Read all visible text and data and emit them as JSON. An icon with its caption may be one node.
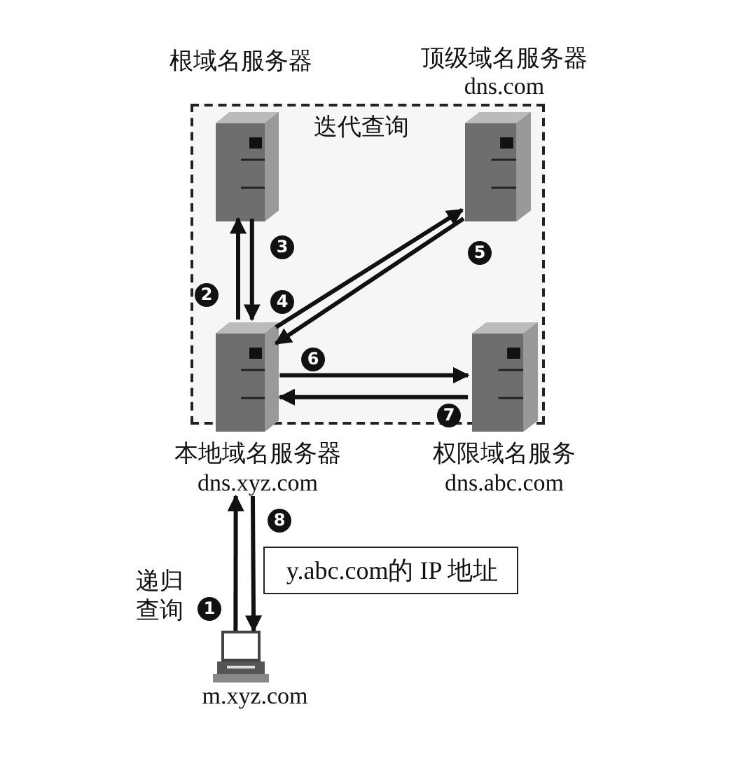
{
  "diagram": {
    "nodes": [
      {
        "text": [
          "迭代查询"
        ]
      },
      {
        "text": [
          "根域名服务器"
        ],
        "in": 0
      },
      {
        "text": [
          "顶级域名服务器",
          "dns.com"
        ],
        "in": 0
      },
      {
        "text": [
          "本地域名服务器",
          "dns.xyz.com"
        ],
        "in": 0
      },
      {
        "text": [
          "权限域名服务",
          "dns.abc.com"
        ],
        "in": 0
      },
      {
        "text": [
          "m.xyz.com"
        ]
      },
      {
        "text": [
          "y.abc.com的 IP 地址"
        ]
      }
    ],
    "edges": [
      {
        "from": 5,
        "to": 3,
        "arrow": "to",
        "label": "1"
      },
      {
        "from": 3,
        "to": 1,
        "arrow": "to",
        "label": "2"
      },
      {
        "from": 1,
        "to": 3,
        "arrow": "to",
        "label": "3"
      },
      {
        "from": 3,
        "to": 2,
        "arrow": "to",
        "label": "4"
      },
      {
        "from": 2,
        "to": 3,
        "arrow": "to",
        "label": "5"
      },
      {
        "from": 3,
        "to": 4,
        "arrow": "to",
        "label": "6"
      },
      {
        "from": 4,
        "to": 3,
        "arrow": "to",
        "label": "7"
      },
      {
        "from": 3,
        "to": 5,
        "arrow": "to",
        "label": "8"
      }
    ],
    "labels": [
      "递归查询"
    ]
  }
}
